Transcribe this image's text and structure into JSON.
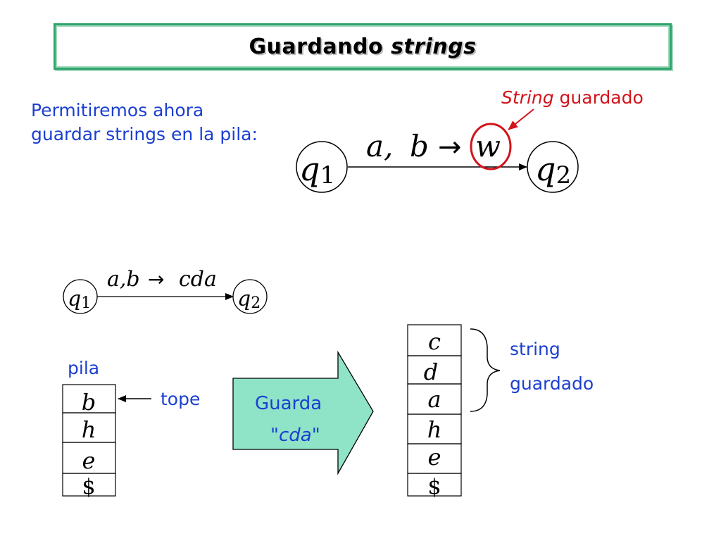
{
  "title": {
    "main": "Guardando",
    "italic": "strings"
  },
  "intro_text": "Permitiremos ahora guardar strings en la pila:",
  "annotation": {
    "italic": "String",
    "rest": " guardado"
  },
  "big_transition": {
    "from": "q",
    "from_sub": "1",
    "to": "q",
    "to_sub": "2",
    "read": "a,",
    "pop": "b",
    "arrow": "→",
    "push": "w"
  },
  "small_transition": {
    "from": "q",
    "from_sub": "1",
    "to": "q",
    "to_sub": "2",
    "label": "a,b",
    "arrow": "→",
    "push": "cda"
  },
  "stack_before": {
    "label": "pila",
    "top_label": "tope",
    "cells": [
      "b",
      "h",
      "e",
      "$"
    ]
  },
  "action": {
    "line1": "Guarda",
    "line2": "\"cda\""
  },
  "stack_after": {
    "cells": [
      "c",
      "d",
      "a",
      "h",
      "e",
      "$"
    ],
    "brace_label_1": "string",
    "brace_label_2": "guardado"
  },
  "colors": {
    "text_blue": "#1b3fd1",
    "accent_red": "#d1141b",
    "arrow_fill": "#8fe3c7",
    "frame_green": "#2fa36b"
  }
}
